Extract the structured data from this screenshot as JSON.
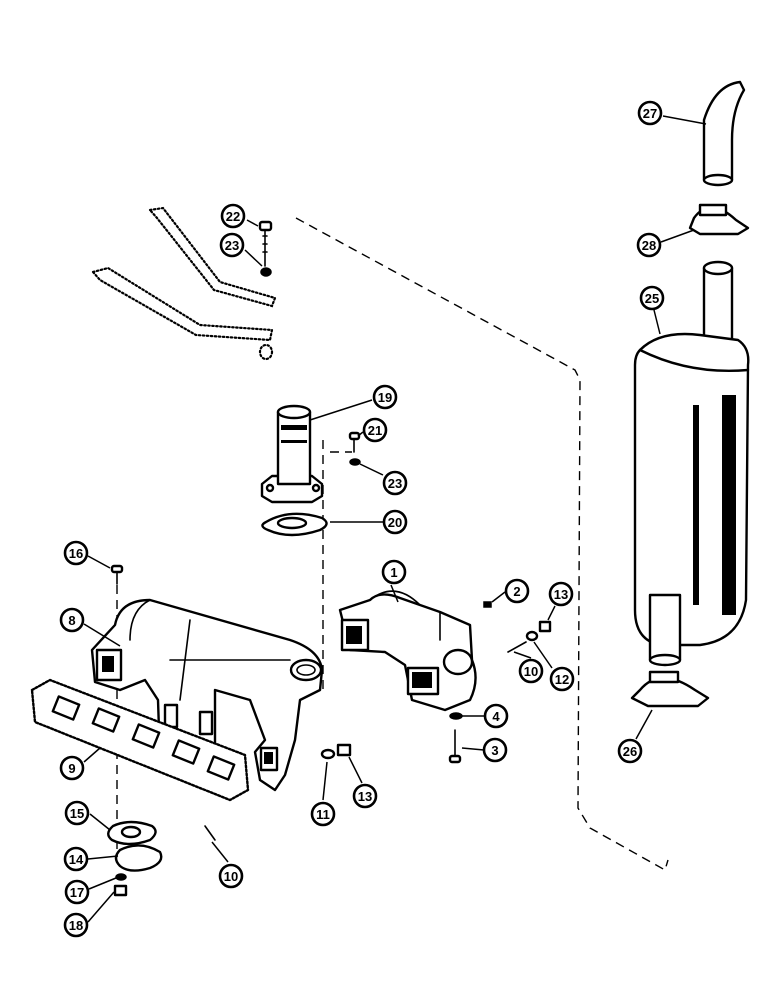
{
  "callouts": [
    {
      "id": "c1",
      "label": "1"
    },
    {
      "id": "c2",
      "label": "2"
    },
    {
      "id": "c3",
      "label": "3"
    },
    {
      "id": "c4",
      "label": "4"
    },
    {
      "id": "c8",
      "label": "8"
    },
    {
      "id": "c9",
      "label": "9"
    },
    {
      "id": "c10a",
      "label": "10"
    },
    {
      "id": "c10b",
      "label": "10"
    },
    {
      "id": "c11",
      "label": "11"
    },
    {
      "id": "c12",
      "label": "12"
    },
    {
      "id": "c13a",
      "label": "13"
    },
    {
      "id": "c13b",
      "label": "13"
    },
    {
      "id": "c14",
      "label": "14"
    },
    {
      "id": "c15",
      "label": "15"
    },
    {
      "id": "c16",
      "label": "16"
    },
    {
      "id": "c17",
      "label": "17"
    },
    {
      "id": "c18",
      "label": "18"
    },
    {
      "id": "c19",
      "label": "19"
    },
    {
      "id": "c20",
      "label": "20"
    },
    {
      "id": "c21",
      "label": "21"
    },
    {
      "id": "c22",
      "label": "22"
    },
    {
      "id": "c23a",
      "label": "23"
    },
    {
      "id": "c23b",
      "label": "23"
    },
    {
      "id": "c25",
      "label": "25"
    },
    {
      "id": "c26",
      "label": "26"
    },
    {
      "id": "c27",
      "label": "27"
    },
    {
      "id": "c28",
      "label": "28"
    }
  ]
}
